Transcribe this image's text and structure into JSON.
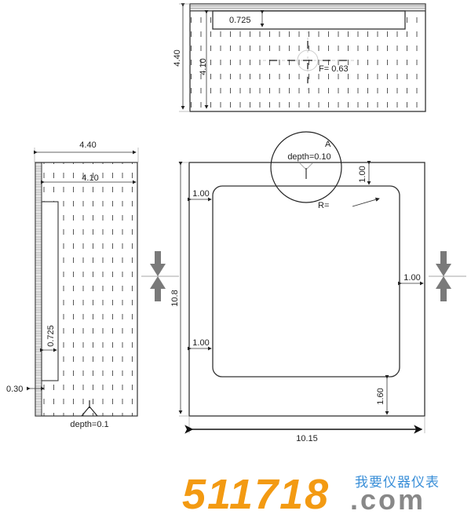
{
  "top_view": {
    "width_label": "4.40",
    "inner_label": "4.10",
    "slot_label": "0.725",
    "focus_label": "F= 0.63"
  },
  "side_view": {
    "width_label": "4.40",
    "inner_label": "4.10",
    "slot_label": "0.725",
    "offset_label": "0.30",
    "depth_label": "depth=0.1"
  },
  "front_view": {
    "detail_marker": "A",
    "depth_label": "depth=0.10",
    "radius_label": "R=",
    "top_margin": "1.00",
    "left_margin_top": "1.00",
    "right_margin": "1.00",
    "left_margin_bottom": "1.00",
    "bottom_margin": "1.60",
    "height_label": "10.8",
    "width_label": "10.15"
  },
  "colors": {
    "line": "#333333",
    "arrow_gray": "#7a7a7a",
    "logo_orange": "#f39a12",
    "logo_blue": "#3a8fd8",
    "logo_gray": "#888888"
  },
  "logo": {
    "number": "511718",
    "chinese": "我要仪器仪表",
    "domain": ".com"
  }
}
